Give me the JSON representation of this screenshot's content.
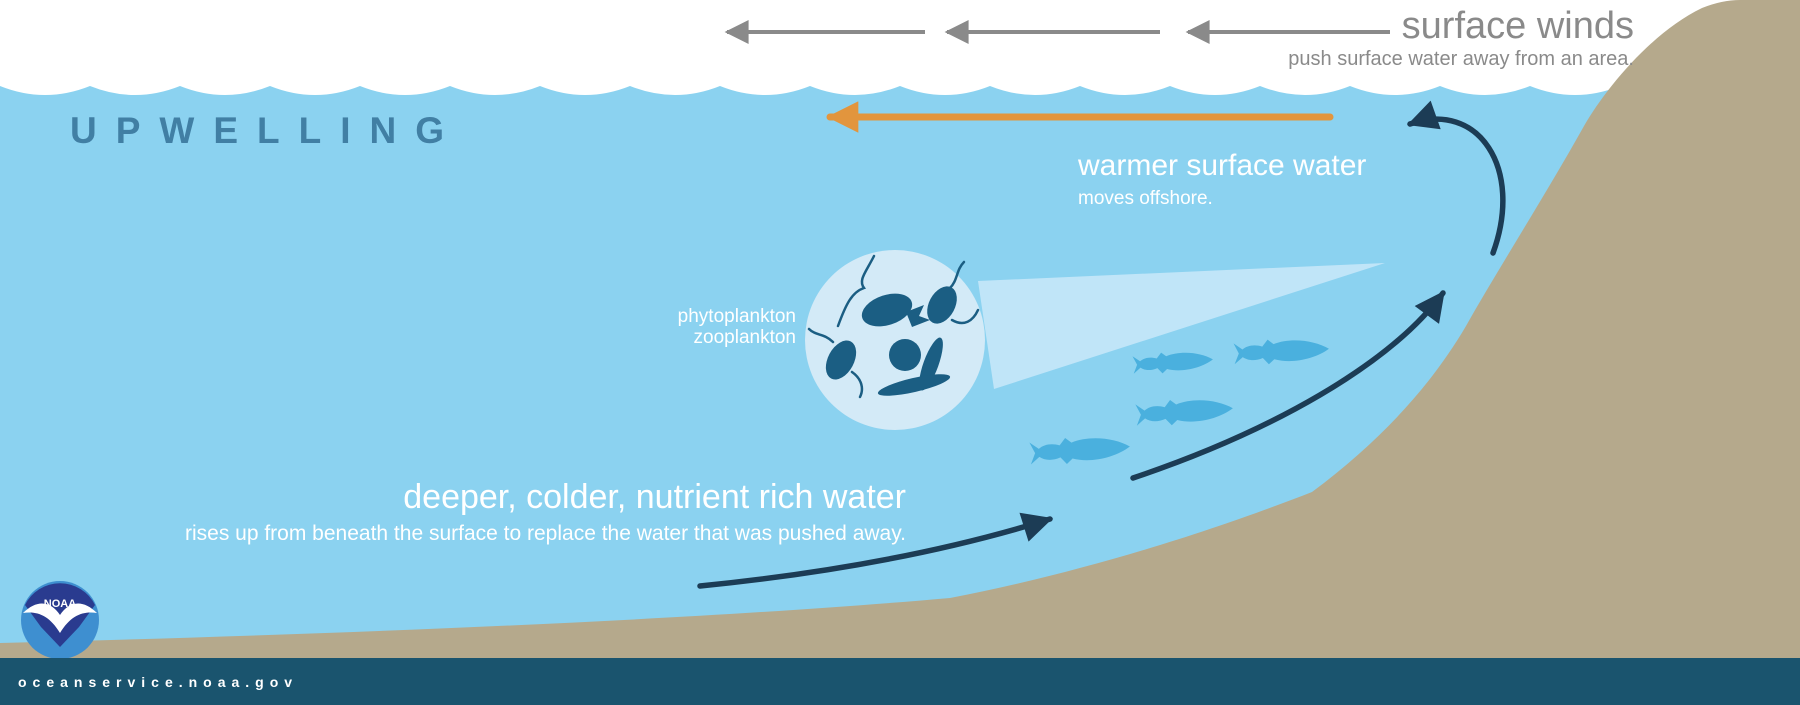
{
  "title": "UPWELLING",
  "surface_winds": {
    "title": "surface winds",
    "subtitle": "push surface water away from an area."
  },
  "warm_water": {
    "title": "warmer surface water",
    "subtitle": "moves offshore."
  },
  "plankton": {
    "label_line1": "phytoplankton",
    "label_line2": "zooplankton"
  },
  "deep_water": {
    "title": "deeper, colder, nutrient rich water",
    "subtitle": "rises up from beneath the surface to replace the water that was pushed away."
  },
  "footer": {
    "url": "oceanservice.noaa.gov"
  },
  "logo": {
    "text": "NOAA"
  },
  "icons": {
    "wind_arrows": "three-left-arrows",
    "warm_current_arrow": "orange-left-arrow",
    "upwelling_arrows": "curved-up-slope-arrows",
    "surface_return_arrow": "curved-hook-left-arrow",
    "fish": "fish-silhouettes",
    "plankton_view": "magnifier-circle-with-plankton",
    "light_beam": "spotlight-wedge",
    "noaa_logo": "noaa-seagull-emblem"
  },
  "colors": {
    "sky": "#FFFFFF",
    "water": "#8BD2F0",
    "land": "#B5A98C",
    "footer_bar": "#1A546E",
    "wind_arrow_gray": "#8A8A8A",
    "warm_arrow_orange": "#E2953D",
    "deep_arrow_navy": "#1C3C55",
    "title_blue": "#417FA4",
    "fish_blue": "#4AB0DE",
    "plankton_teal": "#1B5E83",
    "plankton_circle_fill": "#D3EAF7",
    "light_beam": "#C0E5F8",
    "noaa_logo_dark": "#2A3B8F",
    "noaa_logo_light": "#3E8FD0"
  }
}
